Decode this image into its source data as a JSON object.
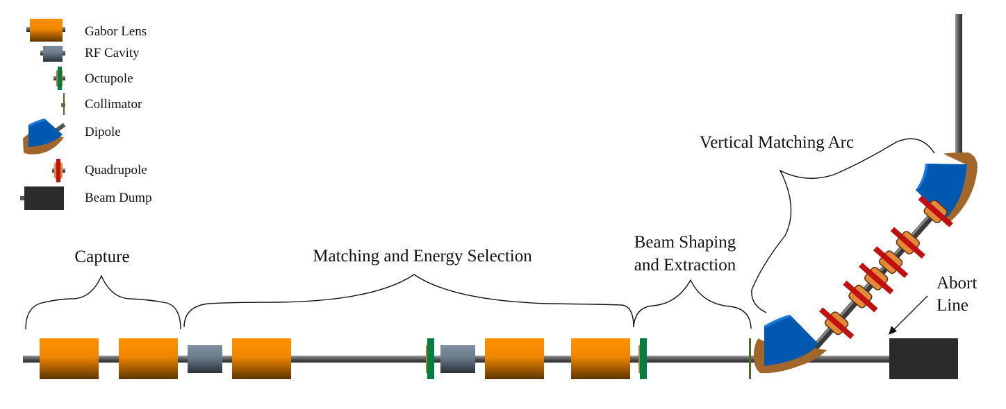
{
  "legend": {
    "items": [
      {
        "key": "gabor_lens",
        "label": "Gabor Lens"
      },
      {
        "key": "rf_cavity",
        "label": "RF Cavity"
      },
      {
        "key": "octupole",
        "label": "Octupole"
      },
      {
        "key": "collimator",
        "label": "Collimator"
      },
      {
        "key": "dipole",
        "label": "Dipole"
      },
      {
        "key": "quadrupole",
        "label": "Quadrupole"
      },
      {
        "key": "beam_dump",
        "label": "Beam Dump"
      }
    ]
  },
  "sections": {
    "capture": "Capture",
    "matching": "Matching and Energy Selection",
    "shaping_line1": "Beam Shaping",
    "shaping_line2": "and Extraction",
    "vertical_arc": "Vertical Matching Arc",
    "abort_line1": "Abort",
    "abort_line2": "Line"
  },
  "colors": {
    "gabor_top": "#ff9000",
    "gabor_bottom": "#5e3600",
    "rf_top": "#7d8fa0",
    "rf_bottom": "#2a3038",
    "octupole": "#008040",
    "collimator": "#4a6b2a",
    "dipole_blue": "#0058b0",
    "dipole_brown": "#a0662a",
    "quad_red": "#c01010",
    "quad_orange": "#e08a3a",
    "beam_dump": "#2b2b2b",
    "pipe": "#555555"
  }
}
